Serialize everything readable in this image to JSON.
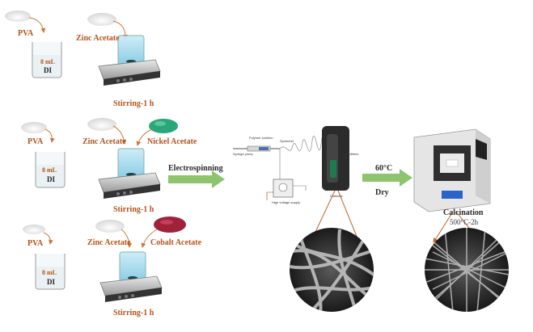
{
  "rows": [
    {
      "pva": "PVA",
      "volume": "8 mL",
      "di": "DI",
      "precursors": [
        "Zinc Acetate"
      ],
      "stirring": "Stirring-1 h"
    },
    {
      "pva": "PVA",
      "volume": "8 mL",
      "di": "DI",
      "precursors": [
        "Zinc Acetate",
        "Nickel Acetate"
      ],
      "stirring": "Stirring-1 h"
    },
    {
      "pva": "PVA",
      "volume": "8 mL",
      "di": "DI",
      "precursors": [
        "Zinc Acetate",
        "Cobalt Acetate"
      ],
      "stirring": "Stirring-1 h"
    }
  ],
  "process": {
    "electrospinning": "Electrospinning",
    "drying_temp": "60°C",
    "drying": "Dry",
    "calcination": "Calcination",
    "calcination_condition": "500°C-2h"
  },
  "apparatus": {
    "polymer_solution": "Polymer solution",
    "syringe_pump": "Syringe pump",
    "spinneret": "Spinneret",
    "nanofibers": "Nanofibers",
    "collector": "Collector",
    "high_voltage": "High voltage supply"
  },
  "colors": {
    "label_orange": "#b3531a",
    "arrow_green": "#8fc46e",
    "nickel_powder": "#2aa77a",
    "cobalt_powder": "#a0213a",
    "water_blue": "#9fd6ee"
  }
}
